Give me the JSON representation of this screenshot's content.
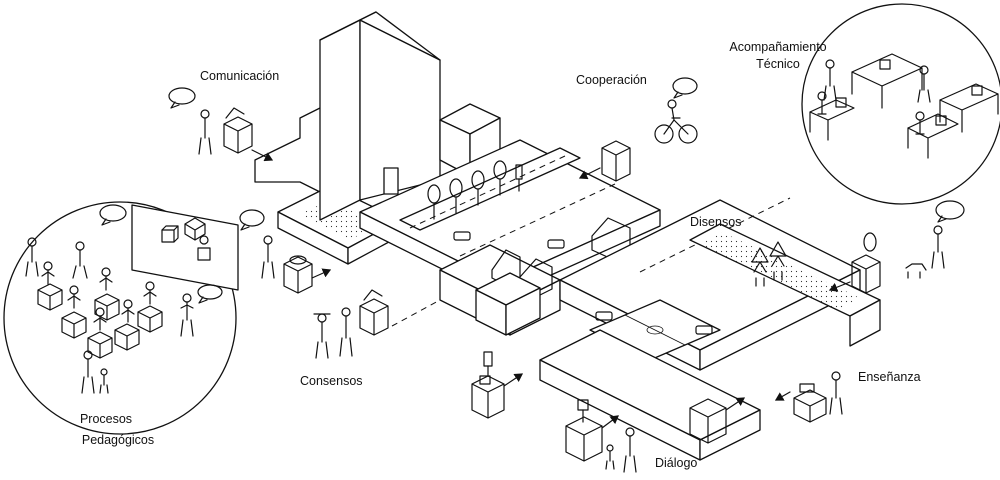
{
  "labels": {
    "comunicacion": "Comunicación",
    "cooperacion": "Cooperación",
    "acompanamiento_1": "Acompañamiento",
    "acompanamiento_2": "Técnico",
    "disensos": "Disensos",
    "consensos": "Consensos",
    "ensenanza": "Enseñanza",
    "dialogo": "Diálogo",
    "procesos_1": "Procesos",
    "procesos_2": "Pedagógicos"
  },
  "colors": {
    "line": "#111111",
    "background": "#ffffff"
  }
}
